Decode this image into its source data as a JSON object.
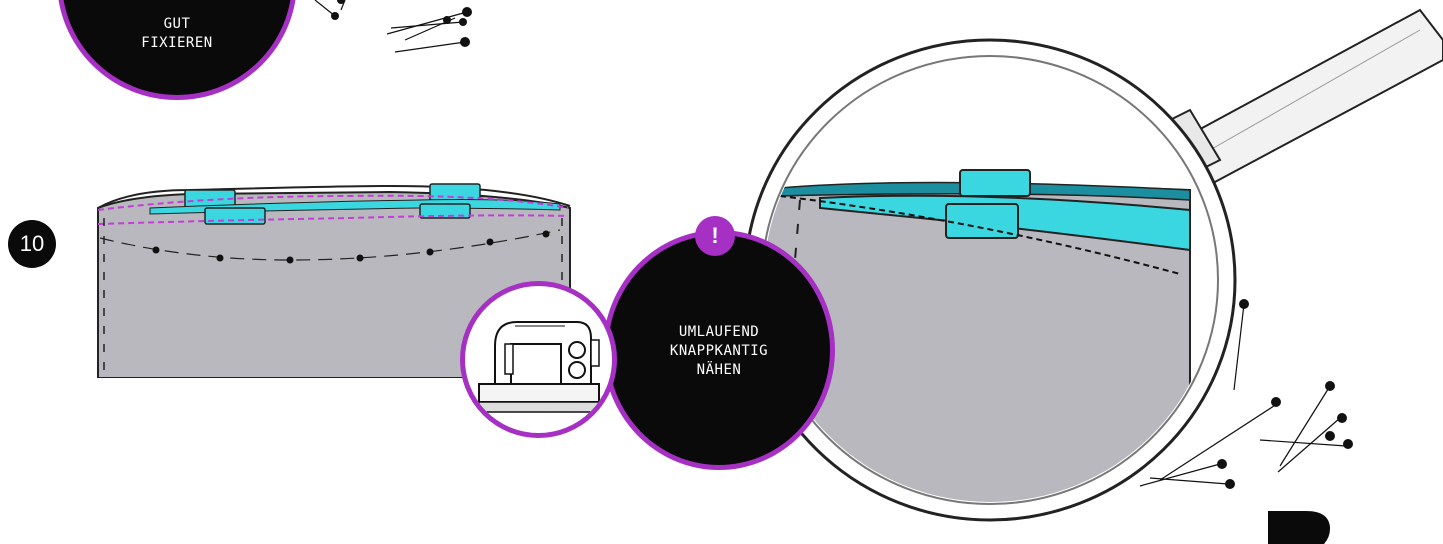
{
  "step": {
    "number": "10"
  },
  "badges": {
    "top": {
      "line1": "GUT",
      "line2": "FIXIEREN"
    },
    "main": {
      "alert": "!",
      "line1": "UMLAUFEND",
      "line2": "KNAPPKANTIG",
      "line3": "NÄHEN"
    }
  },
  "icons": {
    "sewing_machine": "sewing-machine-icon",
    "magnifier": "magnifying-glass-icon",
    "pins": "pin-icon",
    "logo": "brand-logo"
  },
  "colors": {
    "accent": "#a62fc4",
    "stitch": "#c23ed6",
    "fabric": "#b9b8be",
    "tab": "#3ad7e0",
    "badge": "#0a0a0a"
  }
}
